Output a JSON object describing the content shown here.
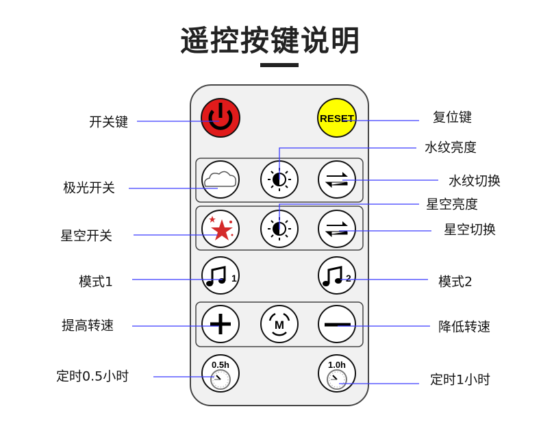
{
  "title": "遥控按键说明",
  "colors": {
    "line": "#3a3aff",
    "power": "#e01b1b",
    "reset": "#ffff00",
    "star": "#d42a2a",
    "body": "#f1f1f1"
  },
  "buttons": {
    "reset": "RESET",
    "mode": "M",
    "timer1": "0.5h",
    "timer2": "1.0h",
    "music1": "1",
    "music2": "2"
  },
  "labels": {
    "power": "开关键",
    "reset": "复位键",
    "water_brightness": "水纹亮度",
    "water_switch": "水纹切换",
    "aurora_toggle": "极光开关",
    "star_brightness": "星空亮度",
    "star_toggle": "星空开关",
    "star_switch": "星空切换",
    "mode1": "模式1",
    "mode2": "模式2",
    "speed_up": "提高转速",
    "speed_down": "降低转速",
    "timer_half": "定时0.5小时",
    "timer_one": "定时1小时"
  }
}
